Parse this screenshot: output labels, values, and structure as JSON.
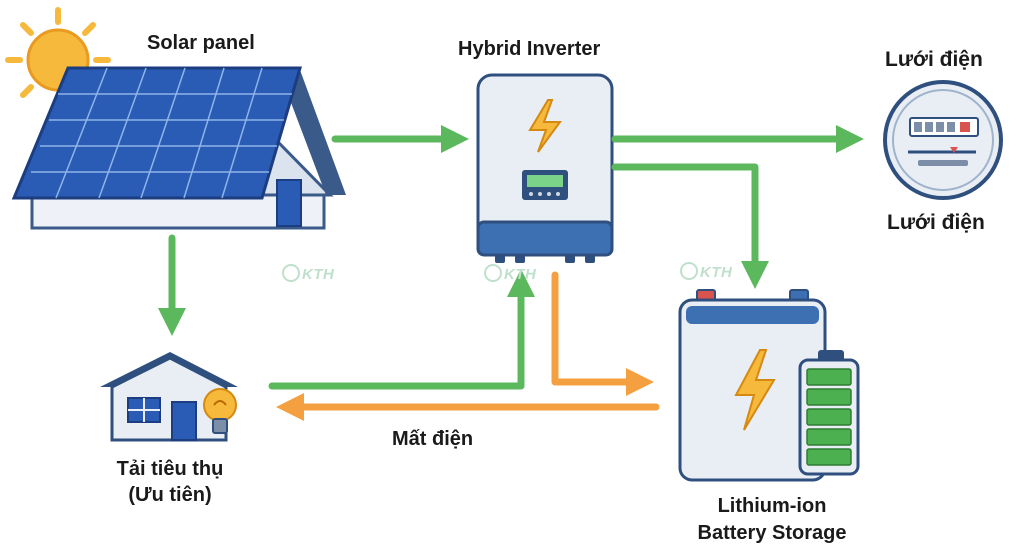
{
  "labels": {
    "solar_panel": "Solar panel",
    "hybrid_inverter": "Hybrid Inverter",
    "grid_top": "Lưới điện",
    "grid_bottom": "Lưới điện",
    "load_line1": "Tải tiêu thụ",
    "load_line2": "(Ưu tiên)",
    "power_outage": "Mất điện",
    "battery_line1": "Lithium-ion",
    "battery_line2": "Battery Storage"
  },
  "watermark": "KTH",
  "colors": {
    "solar_flow": "#5cb85c",
    "backup_flow": "#f5a040",
    "inverter_body": "#e9eef4",
    "inverter_base": "#3d6fb3",
    "battery_accent": "#4caf50",
    "sun": "#f6b93b",
    "panel_blue": "#2a5cb5"
  },
  "battery_level_bars": 5
}
